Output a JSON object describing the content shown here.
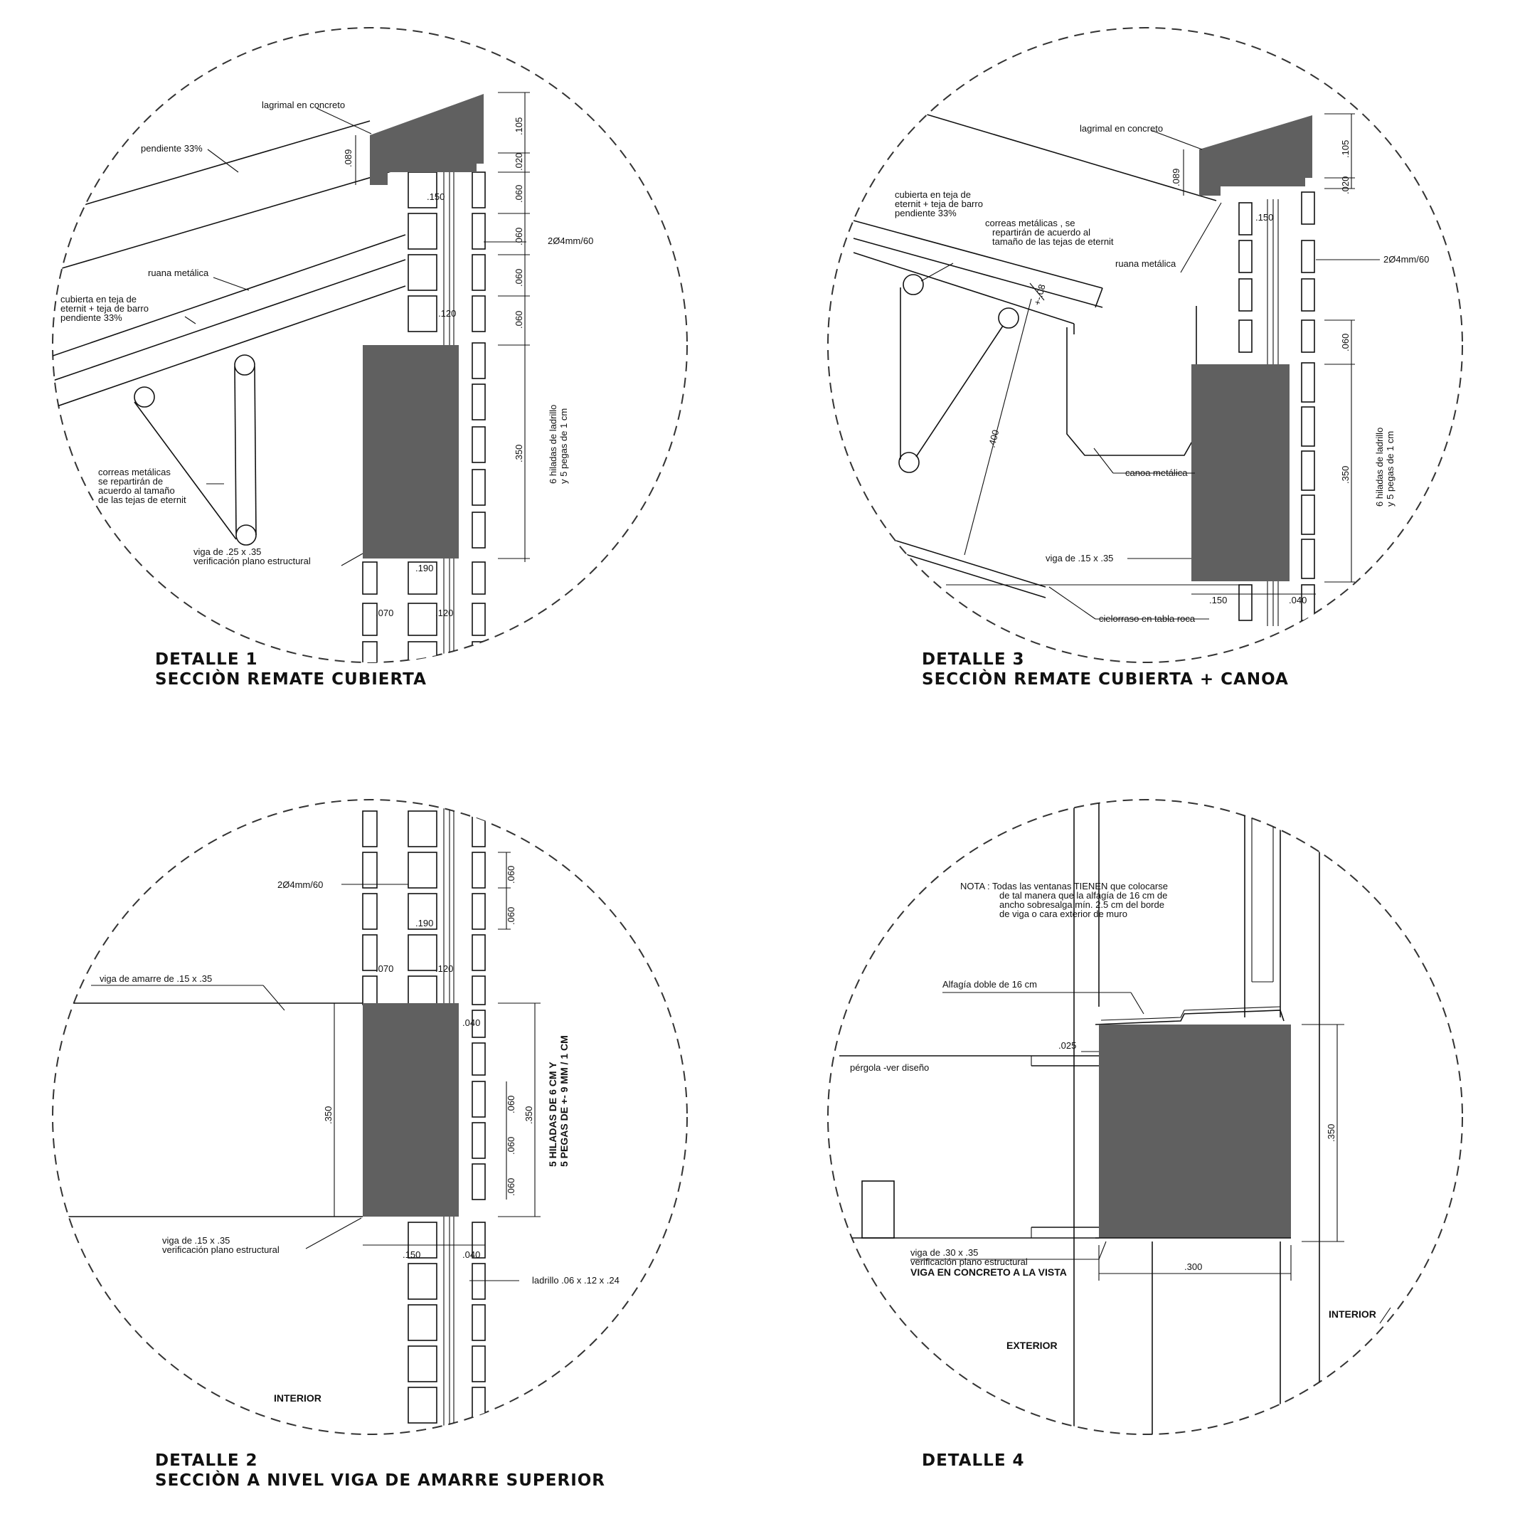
{
  "details": [
    {
      "caption": {
        "line1": "DETALLE 1",
        "line2": "SECCIÒN REMATE CUBIERTA"
      },
      "labels": {
        "lagrimal": "lagrimal en concreto",
        "pendiente": "pendiente 33%",
        "ruana": "ruana metálica",
        "cubierta1": "cubierta en teja de",
        "cubierta2": "eternit + teja de barro",
        "cubierta3": "pendiente 33%",
        "correas1": "correas metálicas",
        "correas2": "se repartirán de",
        "correas3": "acuerdo al tamaño",
        "correas4": "de las tejas de eternit",
        "viga1": "viga de .25 x .35",
        "viga2": "verificación plano estructural",
        "refuerzo": "2Ø4mm/60",
        "hiladas1": "6 hiladas de ladrillo",
        "hiladas2": "y 5 pegas de 1 cm"
      },
      "dims": {
        "d105": ".105",
        "d020": ".020",
        "d060a": ".060",
        "d060b": ".060",
        "d060c": ".060",
        "d060d": ".060",
        "d350": ".350",
        "d089": ".089",
        "d150": ".150",
        "d120": ".120",
        "d190": ".190",
        "d070": ".070",
        "d120b": ".120"
      }
    },
    {
      "caption": {
        "line1": "DETALLE 3",
        "line2": "SECCIÒN REMATE CUBIERTA + CANOA"
      },
      "labels": {
        "lagrimal": "lagrimal en concreto",
        "cubierta1": "cubierta en teja de",
        "cubierta2": "eternit + teja de barro",
        "cubierta3": "pendiente 33%",
        "correas1": "correas metálicas , se",
        "correas2": "repartirán de acuerdo al",
        "correas3": "tamaño de las tejas de eternit",
        "ruana": "ruana metálica",
        "refuerzo": "2Ø4mm/60",
        "canoa": "canoa metálica",
        "viga": "viga de .15 x .35",
        "cielorraso": "cielorraso en tabla roca",
        "hiladas1": "6 hiladas de ladrillo",
        "hiladas2": "y 5 pegas de 1 cm"
      },
      "dims": {
        "d105": ".105",
        "d020": ".020",
        "d089": ".089",
        "d150": ".150",
        "d060": ".060",
        "d350": ".350",
        "d08": "+-.08",
        "d400": ".400",
        "d150b": ".150",
        "d040": ".040"
      }
    },
    {
      "caption": {
        "line1": "DETALLE 2",
        "line2": "SECCIÒN A NIVEL VIGA DE AMARRE SUPERIOR"
      },
      "labels": {
        "refuerzo": "2Ø4mm/60",
        "viga_amarre": "viga de amarre de .15 x .35",
        "viga1": "viga de .15 x .35",
        "viga2": "verificación plano estructural",
        "ladrillo": "ladrillo .06 x .12 x .24",
        "interior": "INTERIOR",
        "hiladas1": "5 HILADAS DE 6 CM Y",
        "hiladas2": "5 PEGAS DE +- 9 MM / 1 CM"
      },
      "dims": {
        "d060a": ".060",
        "d060b": ".060",
        "d190": ".190",
        "d070": ".070",
        "d120": ".120",
        "d040": ".040",
        "d350a": ".350",
        "d350b": ".350",
        "d060c": ".060",
        "d060d": ".060",
        "d060e": ".060",
        "d150": ".150",
        "d040b": ".040"
      }
    },
    {
      "caption": {
        "line1": "DETALLE 4",
        "line2": ""
      },
      "labels": {
        "nota1": "NOTA : Todas las ventanas TIENEN que colocarse",
        "nota2": "de tal manera que la alfagía de 16 cm de",
        "nota3": "ancho sobresalga mín. 2.5 cm del borde",
        "nota4": "de viga o  cara exterior de muro",
        "alfagia": "Alfagía doble de 16 cm",
        "pergola": "pérgola -ver diseño",
        "viga1": "viga de .30 x .35",
        "viga2": "verificación plano estructural",
        "viga3": "VIGA EN CONCRETO A LA VISTA",
        "interior": "INTERIOR",
        "exterior": "EXTERIOR"
      },
      "dims": {
        "d025": ".025",
        "d350": ".350",
        "d300": ".300"
      }
    }
  ]
}
